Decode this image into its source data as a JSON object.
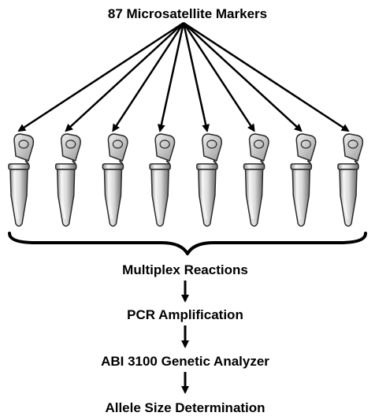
{
  "title": "87 Microsatellite Markers",
  "tube_count": 8,
  "steps": [
    "Multiplex Reactions",
    "PCR Amplification",
    "ABI 3100 Genetic Analyzer",
    "Allele Size Determination"
  ],
  "colors": {
    "line": "#000000",
    "tube_outline": "#2a2a2a",
    "tube_body": "#d9d9d9",
    "tube_highlight": "#f4f4f4",
    "tube_shadow": "#8c8c8c",
    "cap": "#c8c8c8"
  }
}
